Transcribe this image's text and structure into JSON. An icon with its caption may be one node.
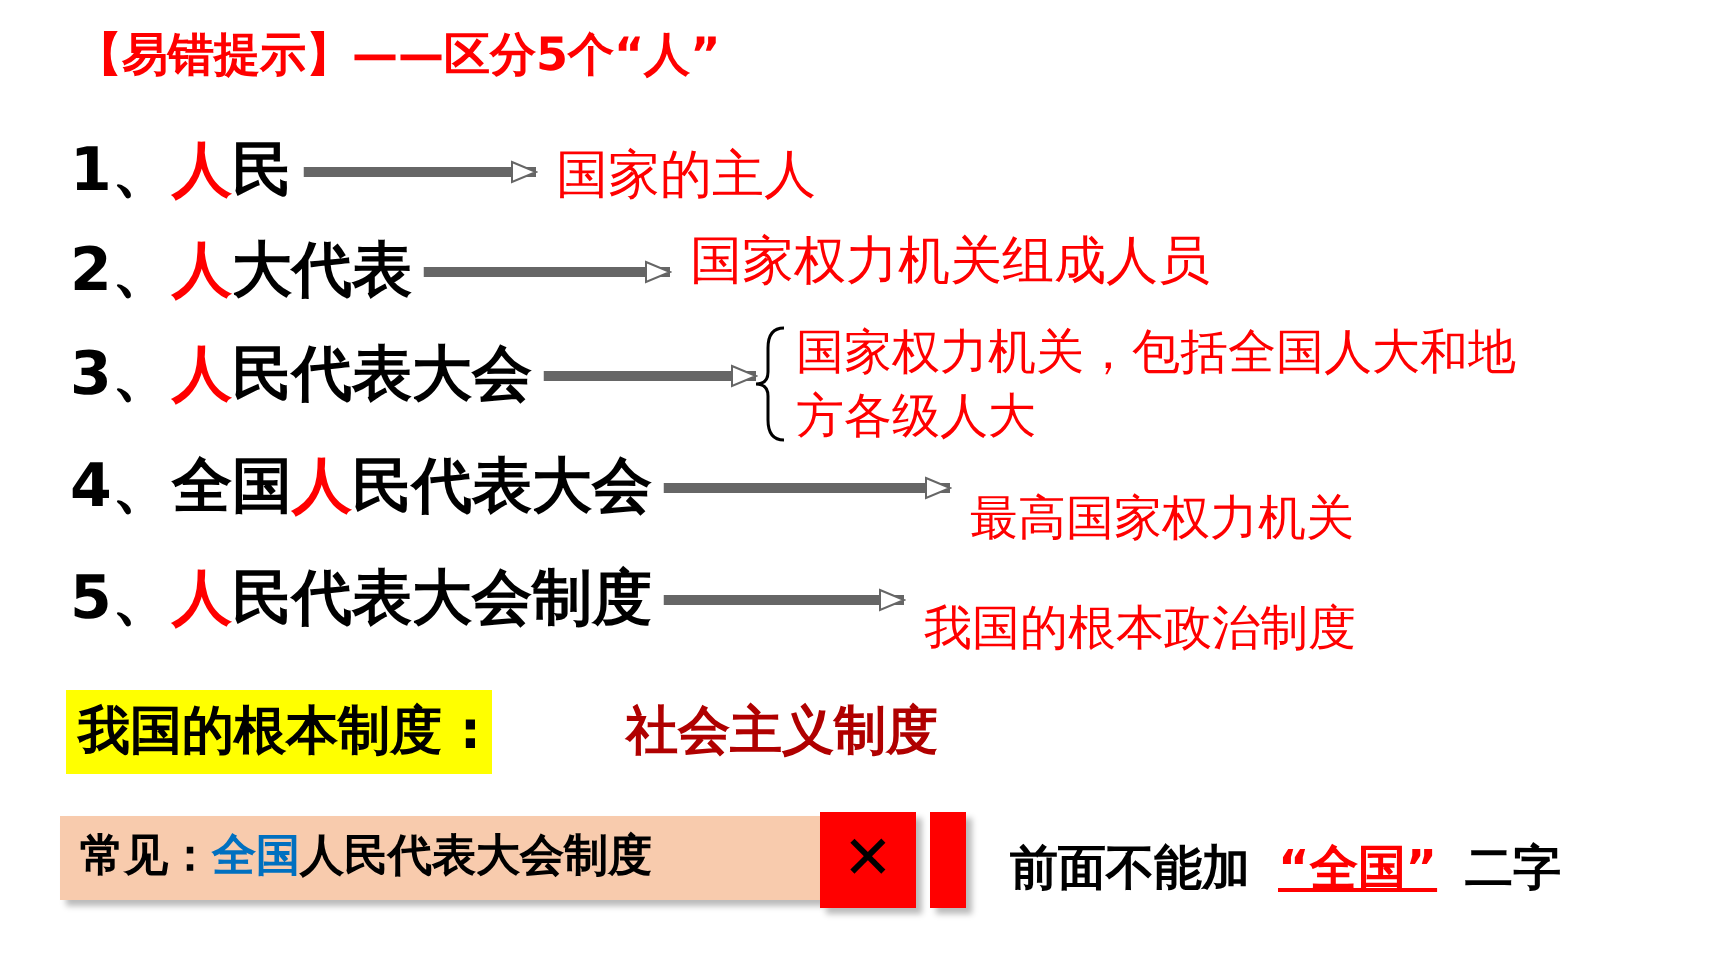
{
  "diagram": {
    "title": "【易错提示】——区分5个“人”",
    "nodes": [
      {
        "text": [
          "1、**人**民"
        ]
      },
      {
        "text": [
          "2、**人**大代表"
        ]
      },
      {
        "text": [
          "3、**人**民代表大会"
        ]
      },
      {
        "text": [
          "4、全国**人**民代表大会"
        ]
      },
      {
        "text": [
          "5、**人**民代表大会制度"
        ]
      },
      {
        "text": [
          "国家的主人"
        ]
      },
      {
        "text": [
          "国家权力机关组成人员"
        ]
      },
      {
        "text": [
          "国家权力机关，包括全国人大和地方各级人大"
        ]
      },
      {
        "text": [
          "最高国家权力机关"
        ]
      },
      {
        "text": [
          "我国的根本政治制度"
        ]
      }
    ],
    "edges": [
      {
        "from": 0,
        "to": 5,
        "arrow": "to"
      },
      {
        "from": 1,
        "to": 6,
        "arrow": "to"
      },
      {
        "from": 2,
        "to": 7,
        "arrow": "to"
      },
      {
        "from": 3,
        "to": 8,
        "arrow": "to"
      },
      {
        "from": 4,
        "to": 9,
        "arrow": "to"
      }
    ],
    "labels": [
      "我国的根本制度 :",
      "社会主义制度",
      "常见：**全国**人民代表大会制度",
      "✕",
      "前面不能加**“全国”**二字"
    ]
  }
}
